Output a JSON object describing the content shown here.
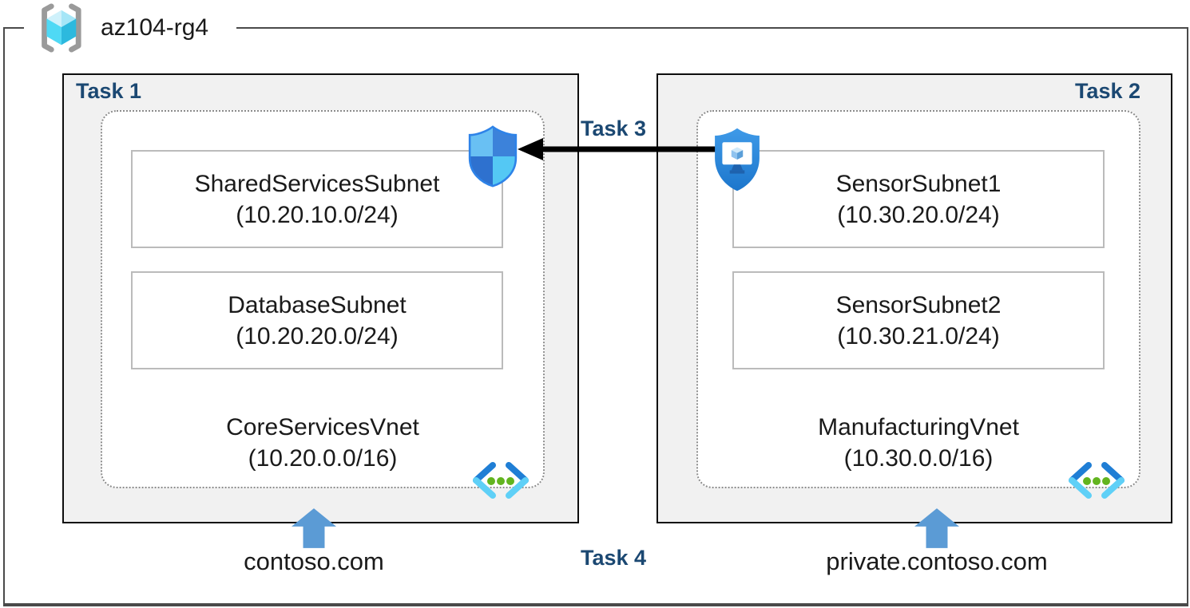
{
  "resource_group": {
    "name": "az104-rg4"
  },
  "left": {
    "task_label": "Task 1",
    "subnets": [
      {
        "name": "SharedServicesSubnet",
        "cidr": "(10.20.10.0/24)"
      },
      {
        "name": "DatabaseSubnet",
        "cidr": "(10.20.20.0/24)"
      }
    ],
    "vnet": {
      "name": "CoreServicesVnet",
      "cidr": "(10.20.0.0/16)"
    },
    "domain": "contoso.com"
  },
  "right": {
    "task_label": "Task 2",
    "subnets": [
      {
        "name": "SensorSubnet1",
        "cidr": "(10.30.20.0/24)"
      },
      {
        "name": "SensorSubnet2",
        "cidr": "(10.30.21.0/24)"
      }
    ],
    "vnet": {
      "name": "ManufacturingVnet",
      "cidr": "(10.30.0.0/16)"
    },
    "domain": "private.contoso.com"
  },
  "peering": {
    "label": "Task 3"
  },
  "dns_task": {
    "label": "Task 4"
  },
  "icons": {
    "resource_group": "resource-group-icon",
    "vnet": "virtual-network-icon",
    "nsg_shield": "network-security-shield-icon",
    "bastion": "bastion-shield-monitor-icon",
    "up_arrow": "blue-up-arrow",
    "peer_arrow": "black-left-arrow"
  },
  "colors": {
    "task_label": "#1b4872",
    "task_box_fill": "#f1f1f1",
    "blue_arrow": "#5b9bd5",
    "peer_arrow": "#000000",
    "dotted_border": "#8c8c8c"
  }
}
